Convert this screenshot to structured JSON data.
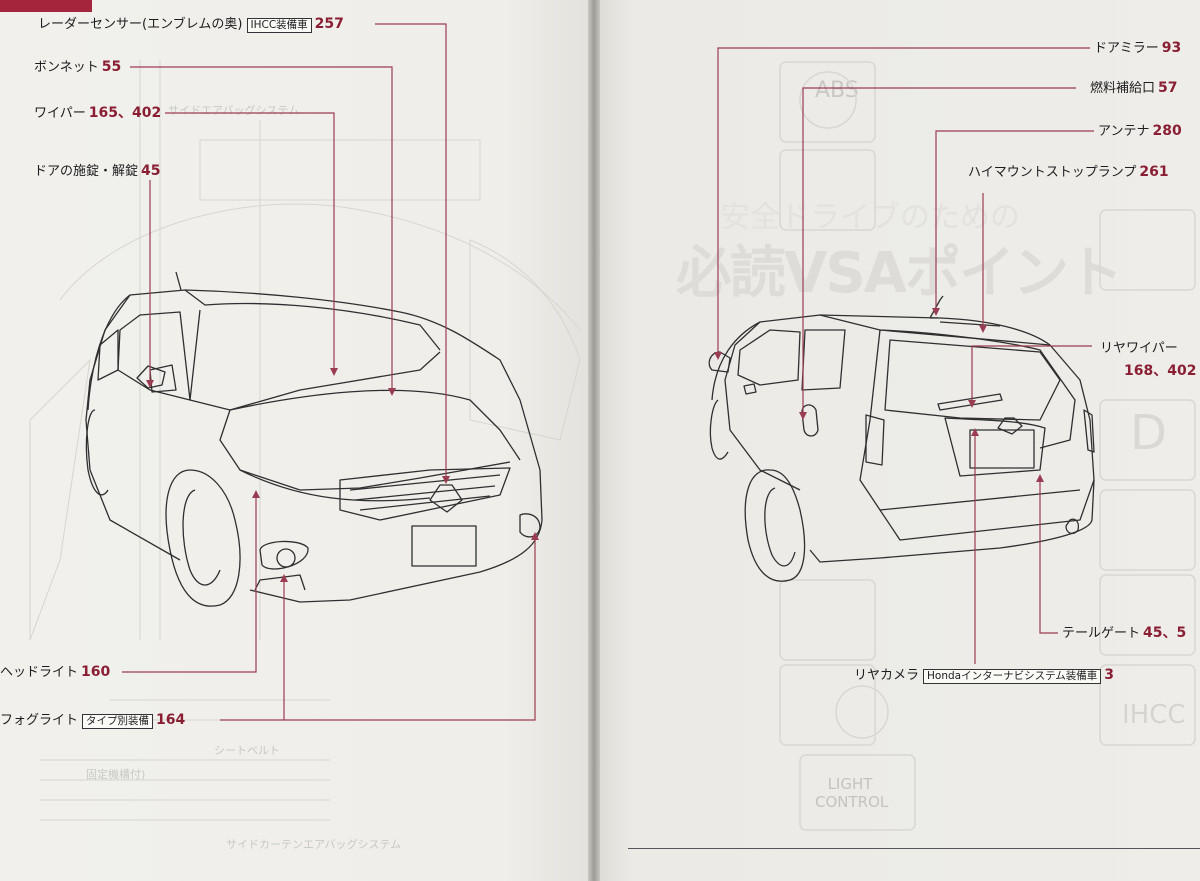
{
  "left_page": {
    "callouts": [
      {
        "id": "radar",
        "text": "レーダーセンサー(エンブレムの奥)",
        "badge": "IHCC装備車",
        "page": "257"
      },
      {
        "id": "bonnet",
        "text": "ボンネット",
        "page": "55"
      },
      {
        "id": "wiper",
        "text": "ワイパー",
        "page": "165、402"
      },
      {
        "id": "door-lock",
        "text": "ドアの施錠・解錠",
        "page": "45"
      },
      {
        "id": "headlight",
        "text": "ヘッドライト",
        "page": "160"
      },
      {
        "id": "foglight",
        "text": "フォグライト",
        "badge": "タイプ別装備",
        "page": "164"
      }
    ],
    "ghost_texts": [
      "サイドエアバッグシステム",
      "シートベルト",
      "固定機構付)",
      "サイドカーテンエアバッグシステム"
    ]
  },
  "right_page": {
    "callouts": [
      {
        "id": "door-mirror",
        "text": "ドアミラー",
        "page": "93"
      },
      {
        "id": "fuel-lid",
        "text": "燃料補給口",
        "page": "57"
      },
      {
        "id": "antenna",
        "text": "アンテナ",
        "page": "280"
      },
      {
        "id": "high-mount-stop",
        "text": "ハイマウントストップランプ",
        "page": "261"
      },
      {
        "id": "rear-wiper",
        "text": "リヤワイパー",
        "page": "168、402"
      },
      {
        "id": "tailgate",
        "text": "テールゲート",
        "page": "45、5"
      },
      {
        "id": "rear-camera",
        "text": "リヤカメラ",
        "badge": "Hondaインターナビシステム装備車",
        "page": "3"
      }
    ],
    "ghost_heading": "安全ドライブのための",
    "ghost_big": "必読VSAポイント",
    "ghost_panel_texts": [
      "ABS",
      "D",
      "LIGHT CONTROL",
      "IHCC"
    ]
  },
  "colors": {
    "accent": "#8a1f33",
    "leader": "#9b3d52",
    "line_art": "#3a3a3a",
    "paper": "#efeeea"
  }
}
